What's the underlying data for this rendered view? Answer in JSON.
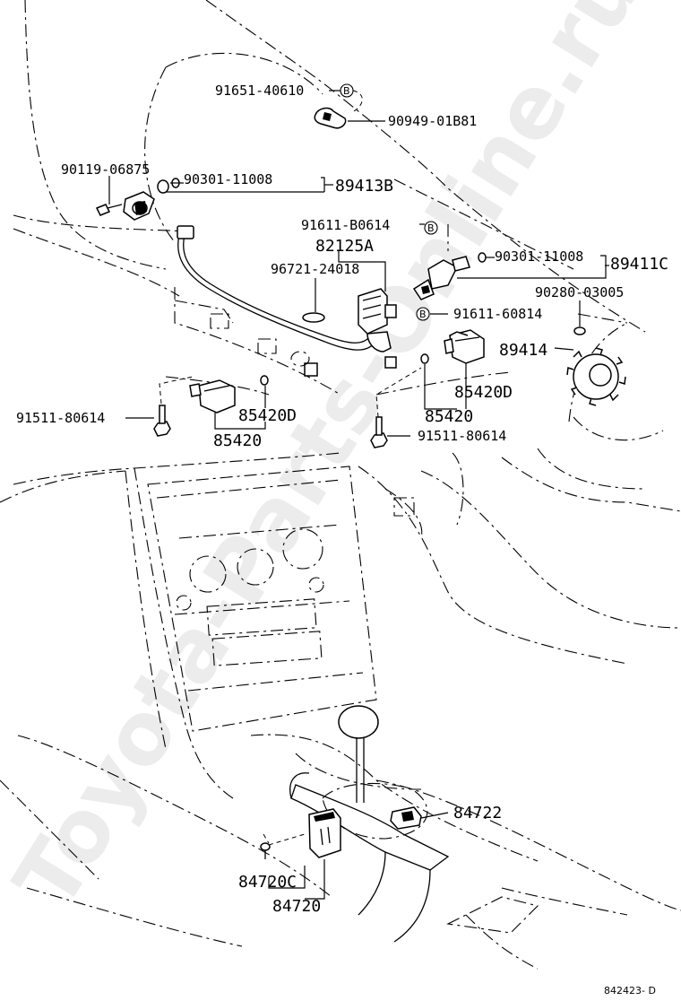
{
  "labels": {
    "l_91651": "91651-40610",
    "l_90949": "90949-01B81",
    "l_90119": "90119-06875",
    "l_90301a": "90301-11008",
    "l_89413b": "89413B",
    "l_91611b": "91611-B0614",
    "l_82125a": "82125A",
    "l_96721": "96721-24018",
    "l_90301b": "90301-11008",
    "l_89411c": "89411C",
    "l_90280": "90280-03005",
    "l_91611_608": "91611-60814",
    "l_89414": "89414",
    "l_85420d_r": "85420D",
    "l_85420_r": "85420",
    "l_91511_l": "91511-80614",
    "l_85420d_l": "85420D",
    "l_85420_l": "85420",
    "l_91511_r": "91511-80614",
    "l_84722": "84722",
    "l_84720c": "84720C",
    "l_84720": "84720",
    "mark_b": "B"
  },
  "drawing_code": "842423- D",
  "watermark": "Toyota-Parts-Online.ru"
}
